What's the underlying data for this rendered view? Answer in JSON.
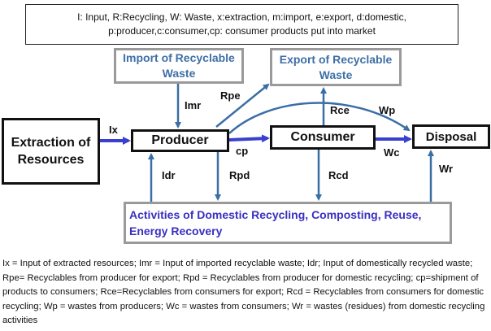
{
  "legend": {
    "line1": "I: Input, R:Recycling, W: Waste, x:extraction, m:import, e:export, d:domestic,",
    "line2": "p:producer,c:consumer,cp: consumer products put into market"
  },
  "boxes": {
    "import_line1": "Import of Recyclable",
    "import_line2": "Waste",
    "export_line1": "Export of Recyclable",
    "export_line2": "Waste",
    "extraction_line1": "Extraction of",
    "extraction_line2": "Resources",
    "producer": "Producer",
    "consumer": "Consumer",
    "disposal": "Disposal",
    "domestic": "Activities of Domestic Recycling, Composting, Reuse, Energy Recovery"
  },
  "flows": {
    "ix": "Ix",
    "imr": "Imr",
    "rpe": "Rpe",
    "rce": "Rce",
    "wp": "Wp",
    "cp": "cp",
    "wc": "Wc",
    "idr": "Idr",
    "rpd": "Rpd",
    "rcd": "Rcd",
    "wr": "Wr"
  },
  "caption": "Ix = Input of extracted resources; Imr = Input of imported recyclable waste; Idr; Input of domestically recycled waste; Rpe= Recyclables from producer for export; Rpd = Recyclables from producer for domestic recycling; cp=shipment of products to consumers; Rce=Recyclables from consumers for export; Rcd = Recyclables from consumers for domestic recycling; Wp = wastes from producers; Wc = wastes from consumers; Wr = wastes (residues) from domestic recycling activities",
  "colors": {
    "arrow": "#3a6ea5",
    "thick_arrow": "#3a3fd0",
    "box_gray": "#9a9a9a"
  }
}
